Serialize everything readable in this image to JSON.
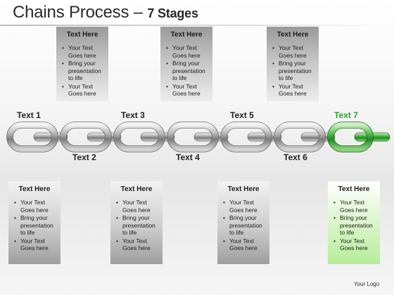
{
  "title": "Chains Process –",
  "title_suffix": "7 Stages",
  "boxes": {
    "heading": "Text Here",
    "bullets": [
      "Your Text Goes here",
      "Bring your presentation to life",
      "Your Text Goes here"
    ]
  },
  "links": [
    {
      "label": "Text 1",
      "active": false
    },
    {
      "label": "Text 2",
      "active": false
    },
    {
      "label": "Text 3",
      "active": false
    },
    {
      "label": "Text 4",
      "active": false
    },
    {
      "label": "Text 5",
      "active": false
    },
    {
      "label": "Text 6",
      "active": false
    },
    {
      "label": "Text 7",
      "active": true
    }
  ],
  "logo": "Your Logo",
  "colors": {
    "chain_grey": "#8f8f8f",
    "chain_green": "#2e9e2e",
    "label_green": "#2aa02a",
    "box_grey": "#c4c4c4",
    "box_green": "#c9f0b0"
  }
}
